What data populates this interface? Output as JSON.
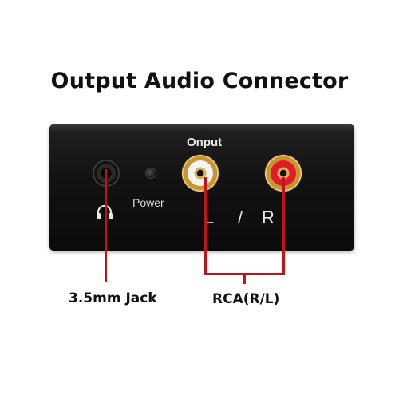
{
  "title": "Output Audio Connector",
  "device": {
    "output_label": "Onput",
    "power_label": "Power",
    "left_label": "L",
    "separator": "/",
    "right_label": "R"
  },
  "callouts": {
    "jack_label": "3.5mm Jack",
    "rca_label": "RCA(R/L)"
  },
  "colors": {
    "pointer": "#c0141d",
    "device_body": "#141414",
    "rca_left_insulator": "#f4f4f4",
    "rca_right_insulator": "#e11b2a",
    "rca_gold": "#c9962e"
  },
  "icons": [
    "headphone-icon"
  ]
}
